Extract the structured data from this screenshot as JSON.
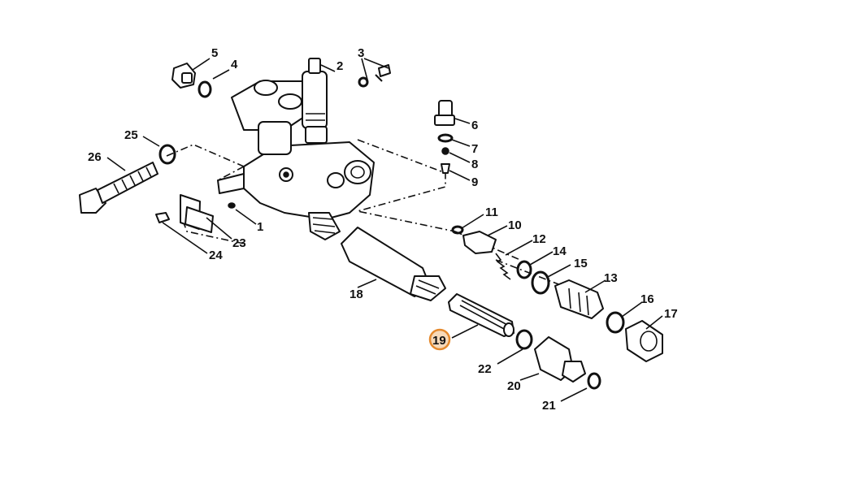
{
  "diagram": {
    "highlight_color": "#e58a2e",
    "highlighted_part": "19",
    "callouts": [
      "1",
      "2",
      "3",
      "4",
      "5",
      "6",
      "7",
      "8",
      "9",
      "10",
      "11",
      "12",
      "13",
      "14",
      "15",
      "16",
      "17",
      "18",
      "19",
      "20",
      "21",
      "22",
      "23",
      "24",
      "25",
      "26"
    ]
  }
}
